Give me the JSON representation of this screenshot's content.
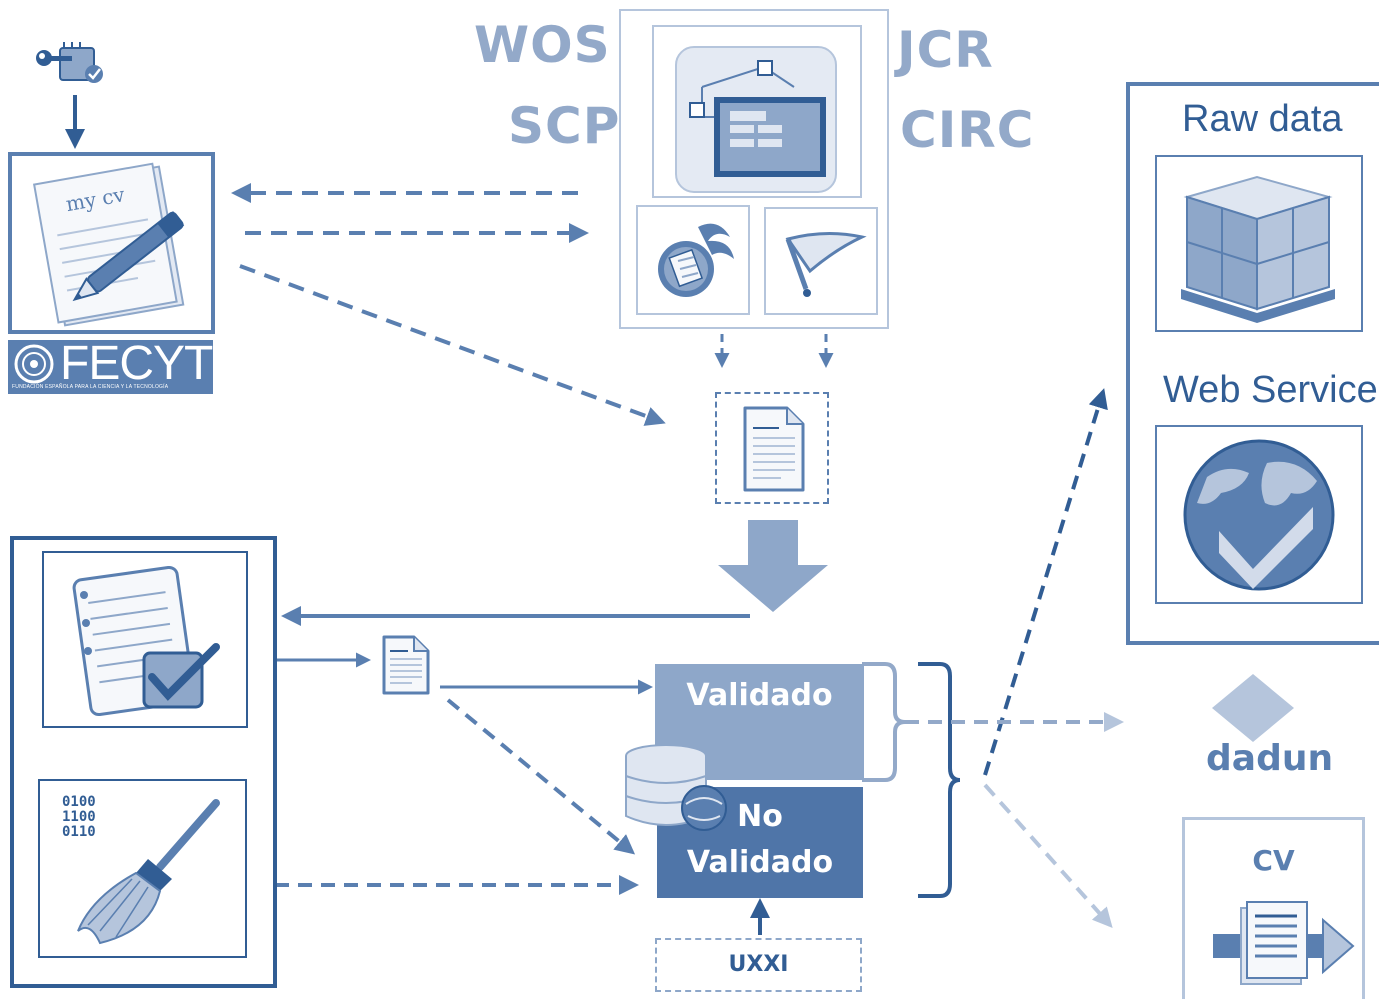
{
  "sources": {
    "wos": "WOS",
    "scp": "SCP",
    "jcr": "JCR",
    "circ": "CIRC"
  },
  "cv_tool": {
    "doc_text": "my cv",
    "brand": "FECYT",
    "brand_subtitle": "FUNDACIÓN ESPAÑOLA PARA LA CIENCIA Y LA TECNOLOGÍA"
  },
  "status": {
    "validado": "Validado",
    "no_validado_line1": "No",
    "no_validado_line2": "Validado"
  },
  "uxxi": "UXXI",
  "outputs": {
    "raw_data": "Raw data",
    "web_service": "Web Service",
    "dadun": "dadun",
    "cv": "CV"
  },
  "binary_lines": [
    "0100",
    "1100",
    "0110"
  ],
  "colors": {
    "dark_blue": "#315d94",
    "mid_blue": "#5a7fb0",
    "light_blue": "#93a9c9",
    "validado_fill": "#8ea7c9",
    "no_validado_fill": "#4f75a8"
  }
}
